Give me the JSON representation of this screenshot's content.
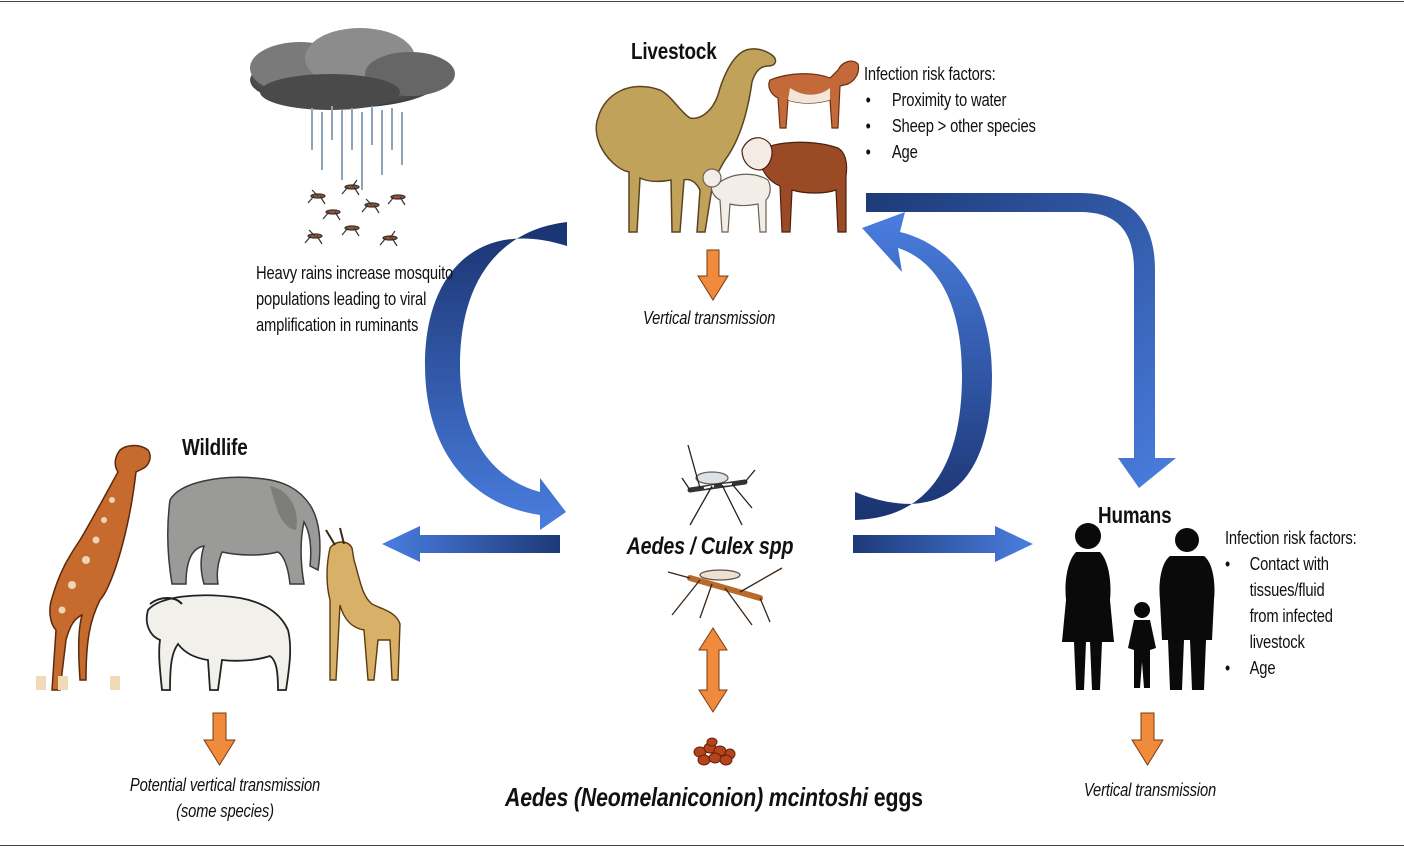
{
  "livestock": {
    "title": "Livestock",
    "risk_heading": "Infection risk factors:",
    "risk_factors": [
      "Proximity to water",
      "Sheep > other species",
      "Age"
    ],
    "vertical": "Vertical transmission"
  },
  "rain": {
    "lines": [
      "Heavy rains increase mosquito",
      "populations leading to viral",
      "amplification in ruminants"
    ]
  },
  "wildlife": {
    "title": "Wildlife",
    "vertical_lines": [
      "Potential vertical transmission",
      "(some species)"
    ]
  },
  "mosquito": {
    "title": "Aedes / Culex spp"
  },
  "eggs": {
    "species": "Aedes (Neomelaniconion) mcintoshi",
    "suffix": " eggs"
  },
  "humans": {
    "title": "Humans",
    "risk_heading": "Infection risk factors:",
    "risk_lines": [
      "Contact with",
      "tissues/fluid",
      "from infected",
      "livestock"
    ],
    "age": "Age",
    "vertical": "Vertical transmission"
  },
  "colors": {
    "arrow_dark": "#1d3a78",
    "arrow_light": "#3d6fd0",
    "orange": "#f08a3c"
  }
}
